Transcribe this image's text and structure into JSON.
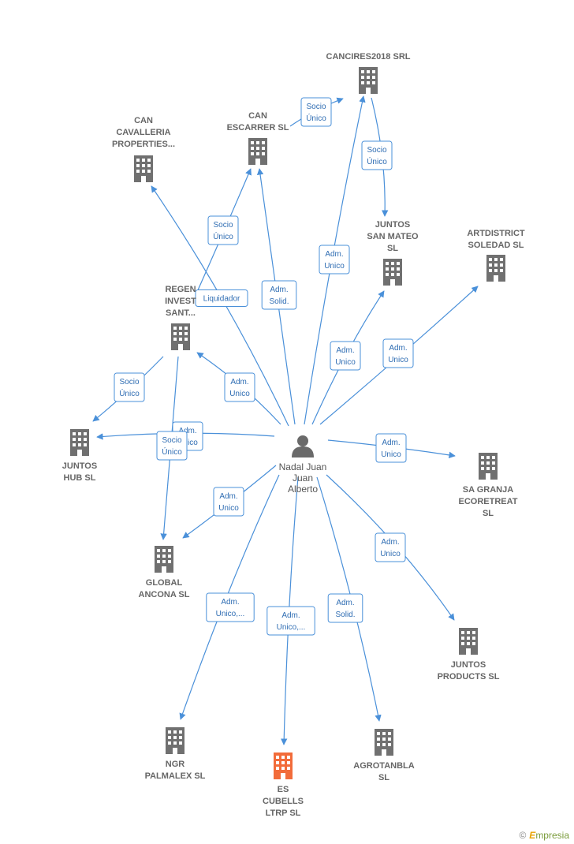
{
  "colors": {
    "edge": "#4a90d9",
    "building": "#707070",
    "highlight": "#f26c3a",
    "person": "#6a6a6a"
  },
  "center": {
    "icon": "person-icon",
    "lines": [
      "Nadal Juan",
      "Juan",
      "Alberto"
    ]
  },
  "nodes": [
    {
      "id": "cancires",
      "lines": [
        "CANCIRES2018 SRL"
      ],
      "icon": "building-icon"
    },
    {
      "id": "canescarrer",
      "lines": [
        "CAN",
        "ESCARRER  SL"
      ],
      "icon": "building-icon"
    },
    {
      "id": "cancavalleria",
      "lines": [
        "CAN",
        "CAVALLERIA",
        "PROPERTIES..."
      ],
      "icon": "building-icon"
    },
    {
      "id": "juntossanmateo",
      "lines": [
        "JUNTOS",
        "SAN MATEO",
        "SL"
      ],
      "icon": "building-icon"
    },
    {
      "id": "artdistrict",
      "lines": [
        "ARTDISTRICT",
        "SOLEDAD  SL"
      ],
      "icon": "building-icon"
    },
    {
      "id": "regen",
      "lines": [
        "REGEN",
        "INVEST",
        "SANT..."
      ],
      "icon": "building-icon"
    },
    {
      "id": "juntoshub",
      "lines": [
        "JUNTOS",
        "HUB  SL"
      ],
      "icon": "building-icon"
    },
    {
      "id": "sagranja",
      "lines": [
        "SA GRANJA",
        "ECORETREAT",
        "SL"
      ],
      "icon": "building-icon"
    },
    {
      "id": "globalancona",
      "lines": [
        "GLOBAL",
        "ANCONA  SL"
      ],
      "icon": "building-icon"
    },
    {
      "id": "juntosproducts",
      "lines": [
        "JUNTOS",
        "PRODUCTS  SL"
      ],
      "icon": "building-icon"
    },
    {
      "id": "ngr",
      "lines": [
        "NGR",
        "PALMALEX  SL"
      ],
      "icon": "building-icon"
    },
    {
      "id": "escubells",
      "lines": [
        "ES",
        "CUBELLS",
        "LTRP  SL"
      ],
      "icon": "building-icon",
      "highlight": true
    },
    {
      "id": "agrotanbla",
      "lines": [
        "AGROTANBLA",
        "SL"
      ],
      "icon": "building-icon"
    }
  ],
  "edges": [
    {
      "from": "center",
      "to": "cancires",
      "label": [
        "Adm.",
        "Unico"
      ]
    },
    {
      "from": "center",
      "to": "canescarrer",
      "label": [
        "Adm.",
        "Solid."
      ]
    },
    {
      "from": "center",
      "to": "cancavalleria",
      "label": [
        "Liquidador"
      ]
    },
    {
      "from": "center",
      "to": "juntossanmateo",
      "label": [
        "Adm.",
        "Unico"
      ]
    },
    {
      "from": "center",
      "to": "artdistrict",
      "label": [
        "Adm.",
        "Unico"
      ]
    },
    {
      "from": "center",
      "to": "regen",
      "label": [
        "Adm.",
        "Unico"
      ]
    },
    {
      "from": "center",
      "to": "juntoshub",
      "label": [
        "Adm.",
        "Unico"
      ]
    },
    {
      "from": "center",
      "to": "sagranja",
      "label": [
        "Adm.",
        "Unico"
      ]
    },
    {
      "from": "center",
      "to": "globalancona",
      "label": [
        "Adm.",
        "Unico"
      ]
    },
    {
      "from": "center",
      "to": "juntosproducts",
      "label": [
        "Adm.",
        "Unico"
      ]
    },
    {
      "from": "center",
      "to": "ngr",
      "label": [
        "Adm.",
        "Unico,..."
      ]
    },
    {
      "from": "center",
      "to": "escubells",
      "label": [
        "Adm.",
        "Unico,..."
      ]
    },
    {
      "from": "center",
      "to": "agrotanbla",
      "label": [
        "Adm.",
        "Solid."
      ]
    },
    {
      "from": "canescarrer",
      "to": "cancires",
      "label": [
        "Socio",
        "Único"
      ]
    },
    {
      "from": "cancires",
      "to": "juntossanmateo",
      "label": [
        "Socio",
        "Único"
      ]
    },
    {
      "from": "regen",
      "to": "canescarrer",
      "label": [
        "Socio",
        "Único"
      ]
    },
    {
      "from": "regen",
      "to": "juntoshub",
      "label": [
        "Socio",
        "Único"
      ]
    },
    {
      "from": "regen",
      "to": "globalancona",
      "label": [
        "Socio",
        "Único"
      ]
    }
  ],
  "watermark": {
    "symbol": "©",
    "brand_initial": "E",
    "brand_rest": "mpresia"
  }
}
